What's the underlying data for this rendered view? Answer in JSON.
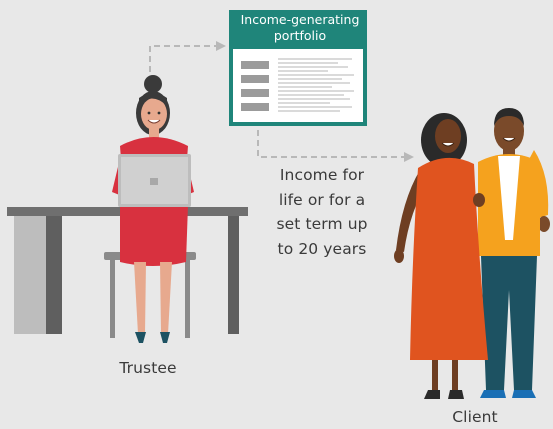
{
  "portfolio": {
    "title_line1": "Income-generating",
    "title_line2": "portfolio"
  },
  "flow_note": {
    "line1": "Income for",
    "line2": "life or for a",
    "line3": "set term up",
    "line4": "to 20 years"
  },
  "trustee": {
    "label": "Trustee"
  },
  "client": {
    "label": "Client"
  },
  "colors": {
    "background": "#e8e8e8",
    "teal": "#1f857a",
    "red": "#d8313f",
    "orange_dress": "#e0541f",
    "yellow_shirt": "#f5a21e",
    "navy_pants": "#1d5262",
    "desk_gray": "#6f6f6f",
    "arrow_gray": "#b8b8b8"
  }
}
